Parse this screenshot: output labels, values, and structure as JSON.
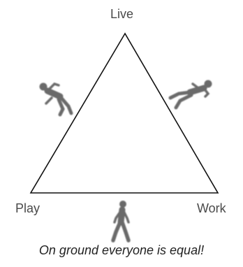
{
  "vertices": {
    "top": "Live",
    "left": "Play",
    "right": "Work"
  },
  "caption": "On ground everyone is equal!",
  "figures": {
    "left": "falling-person-icon",
    "right": "falling-person-icon",
    "bottom": "walking-person-icon"
  },
  "colors": {
    "line": "#111111",
    "figure": "#6b6b6b",
    "text": "#4a4a4a"
  }
}
